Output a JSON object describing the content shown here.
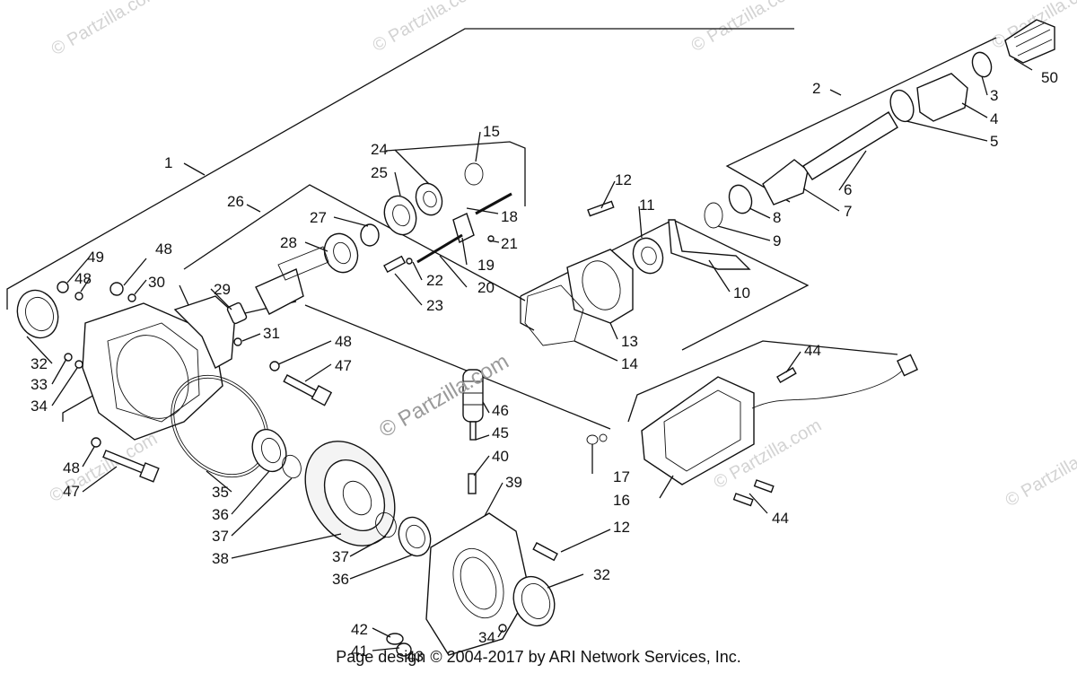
{
  "watermarks": [
    "© Partzilla.com",
    "© Partzilla.com",
    "© Partzilla.com",
    "© Partzilla.com",
    "© Partzilla.com",
    "© Partzilla.com",
    "© Partzilla.com"
  ],
  "center_watermark": "© Partzilla.com",
  "footer": "Page design © 2004-2017 by ARI Network Services, Inc.",
  "callouts": [
    "1",
    "2",
    "3",
    "4",
    "5",
    "6",
    "7",
    "8",
    "9",
    "10",
    "11",
    "12",
    "12",
    "13",
    "14",
    "15",
    "16",
    "17",
    "18",
    "19",
    "20",
    "21",
    "22",
    "23",
    "24",
    "25",
    "26",
    "27",
    "28",
    "29",
    "30",
    "31",
    "32",
    "32",
    "33",
    "34",
    "34",
    "35",
    "36",
    "36",
    "37",
    "37",
    "38",
    "39",
    "40",
    "41",
    "42",
    "43",
    "44",
    "44",
    "45",
    "46",
    "47",
    "47",
    "48",
    "48",
    "48",
    "48",
    "49",
    "50"
  ]
}
